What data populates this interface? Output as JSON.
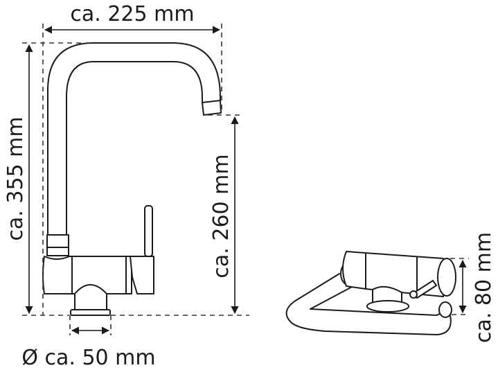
{
  "diagram": {
    "subject": "kitchen faucet dimension drawing",
    "side_view": {
      "width_label": "ca. 225 mm",
      "height_label": "ca. 355 mm",
      "spout_height_label": "ca. 260 mm",
      "base_diameter_label": "Ø ca. 50 mm"
    },
    "folded_view": {
      "height_label": "ca. 80 mm"
    },
    "colors": {
      "line": "#1a1a1a",
      "background": "#ffffff"
    }
  }
}
